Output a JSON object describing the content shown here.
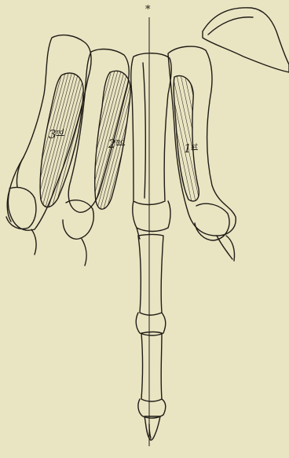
{
  "figure": {
    "axis_marker": "*",
    "labels": {
      "third": {
        "num": "3",
        "suffix": "rd"
      },
      "second": {
        "num": "2",
        "suffix": "nd"
      },
      "first": {
        "num": "1",
        "suffix": "st"
      }
    }
  },
  "colors": {
    "paper": "#e9e4c2",
    "ink": "#1f1c16"
  }
}
